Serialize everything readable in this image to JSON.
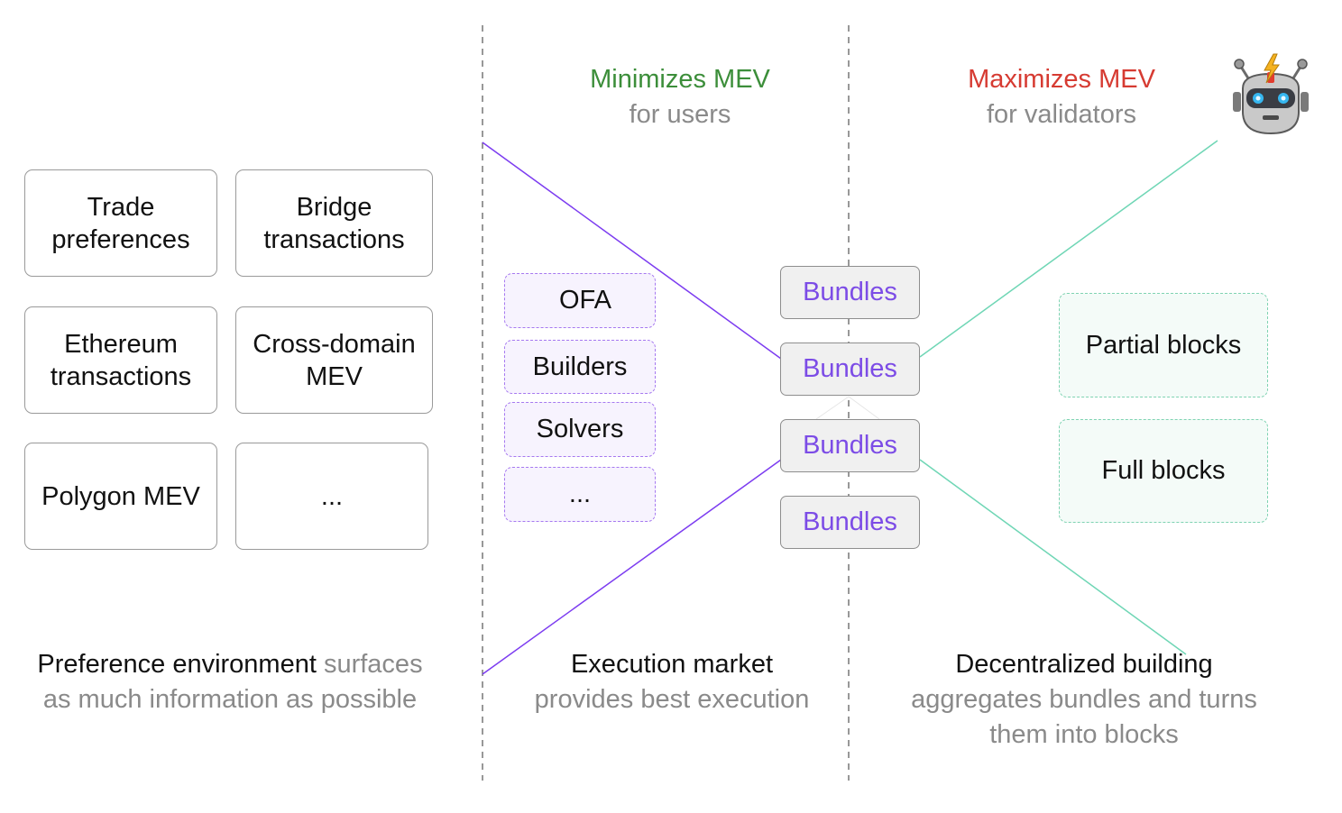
{
  "preference": {
    "items": [
      "Trade\npreferences",
      "Bridge\ntransactions",
      "Ethereum\ntransactions",
      "Cross-domain\nMEV",
      "Polygon MEV",
      "..."
    ],
    "caption_bold": "Preference environment",
    "caption_gray_1": " surfaces",
    "caption_gray_2": "as much information as possible"
  },
  "execution": {
    "heading_color_text": "Minimizes MEV",
    "heading_gray_text": "for users",
    "items": [
      "OFA",
      "Builders",
      "Solvers",
      "..."
    ],
    "bundles": [
      "Bundles",
      "Bundles",
      "Bundles",
      "Bundles"
    ],
    "caption_bold": "Execution market",
    "caption_gray": "provides best execution"
  },
  "building": {
    "heading_color_text": "Maximizes MEV",
    "heading_gray_text": "for validators",
    "items": [
      "Partial blocks",
      "Full blocks"
    ],
    "caption_bold": "Decentralized building",
    "caption_gray_1": "aggregates bundles and turns",
    "caption_gray_2": "them into blocks"
  },
  "robot_icon": "robot-icon",
  "colors": {
    "minimize_green": "#3c8e3a",
    "maximize_red": "#d63b32",
    "purple": "#7c4ce6",
    "teal": "#6fd6b5",
    "gray_text": "#8a8a8a"
  }
}
